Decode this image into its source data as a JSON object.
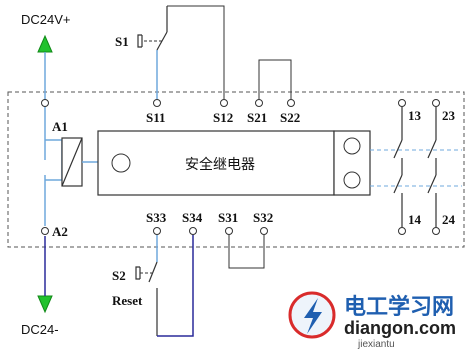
{
  "supply": {
    "positive": "DC24V+",
    "negative": "DC24-"
  },
  "relay_name": "安全继电器",
  "terminals": {
    "a1": "A1",
    "a2": "A2",
    "s11": "S11",
    "s12": "S12",
    "s21": "S21",
    "s22": "S22",
    "s33": "S33",
    "s34": "S34",
    "s31": "S31",
    "s32": "S32",
    "t13": "13",
    "t23": "23",
    "t14": "14",
    "t24": "24"
  },
  "switches": {
    "s1": "S1",
    "s2": "S2",
    "reset": "Reset"
  },
  "watermark": {
    "title": "电工学习网",
    "domain": "diangon.com",
    "pinyin": "jiexiantu"
  },
  "colors": {
    "arrow": "#22c22e",
    "wire_blue": "#6fa8dc",
    "wire_dark": "#2a2a9a",
    "logo_red": "#d92b2b",
    "logo_blue": "#1f5fb0"
  }
}
